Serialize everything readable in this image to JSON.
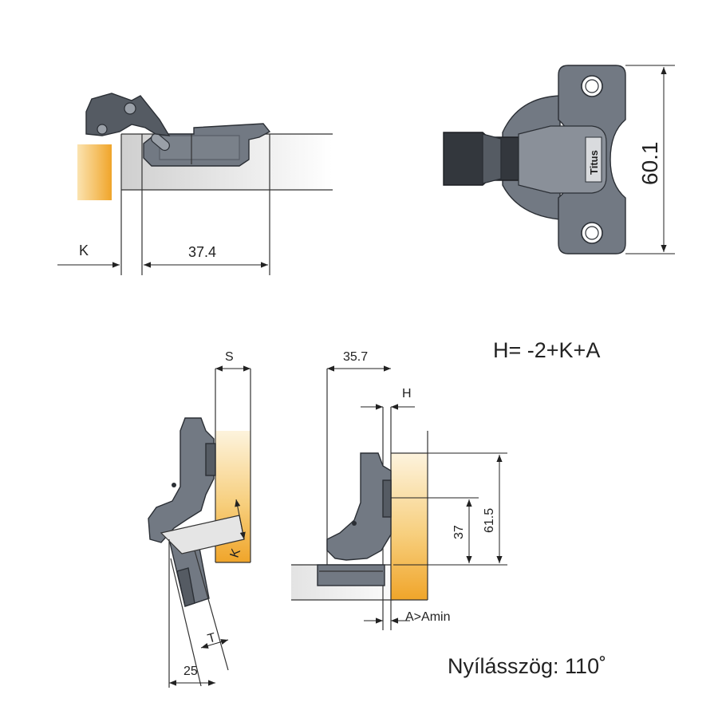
{
  "labels": {
    "k_top": "K",
    "dim_37_4": "37.4",
    "dim_60_1": "60.1",
    "brand": "Titus",
    "s": "S",
    "k_lower": "K",
    "t": "T",
    "dim_25": "25",
    "dim_35_7": "35.7",
    "h": "H",
    "dim_37": "37",
    "dim_61_5": "61.5",
    "a_amin": "A>Amin",
    "formula": "H= -2+K+A",
    "opening_angle": "Nyílásszög: 110˚"
  },
  "colors": {
    "hinge_metal": "#727983",
    "door_wood_light": "#fdf3dd",
    "door_wood_dark": "#f3b23a",
    "cabinet_panel": "#e6e6e6"
  }
}
